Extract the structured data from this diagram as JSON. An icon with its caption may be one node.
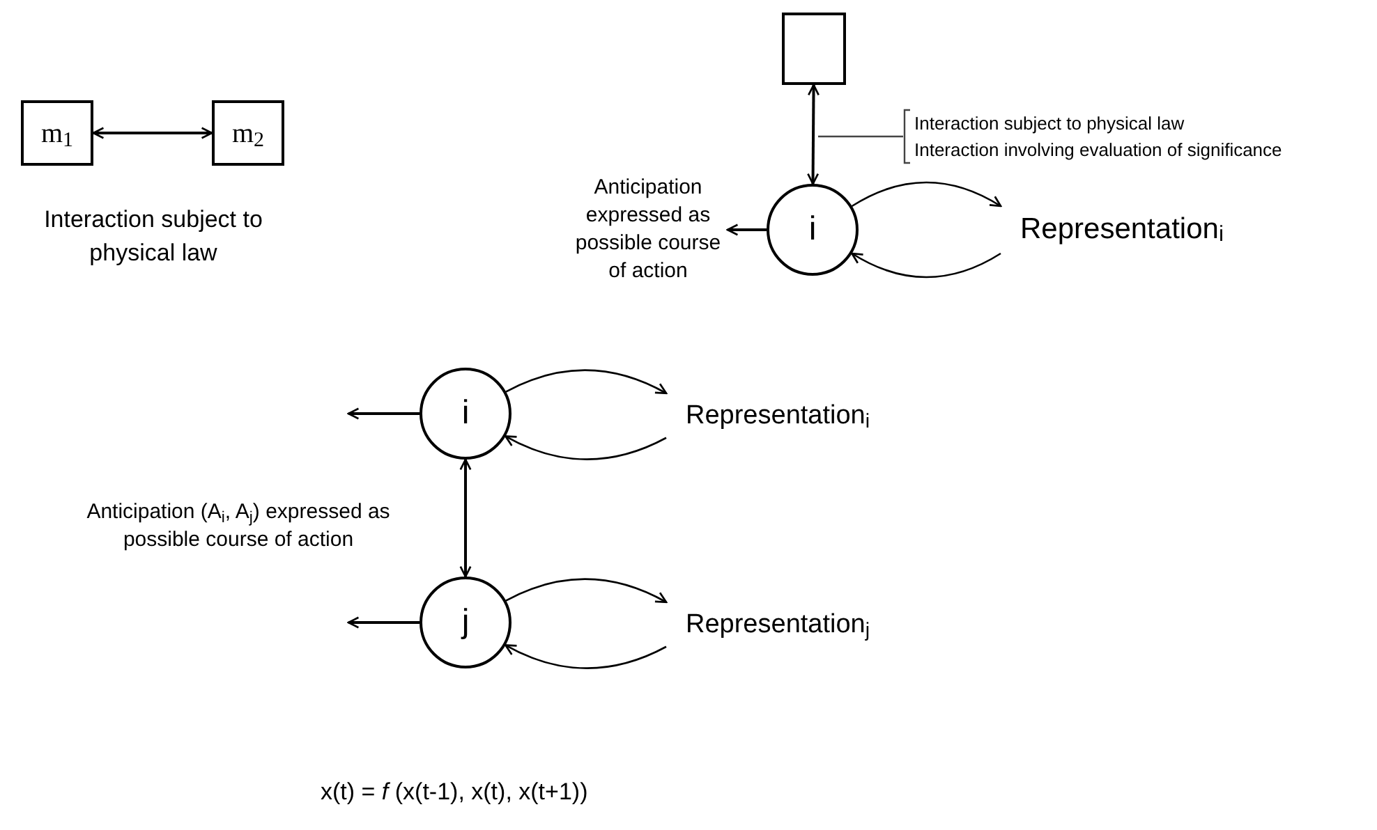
{
  "diagram": {
    "nodes": [
      {
        "text": [
          "m$_{1}$"
        ]
      },
      {
        "text": [
          "m$_{2}$"
        ]
      },
      {
        "text": [],
        "shape": "box"
      },
      {
        "text": [
          "i"
        ]
      },
      {
        "text": [
          "Representation$_{i}$"
        ]
      },
      {
        "text": [
          "Anticipation expressed as possible course of action"
        ]
      },
      {
        "text": [
          "Interaction subject to physical law",
          "Interaction involving evaluation of significance"
        ]
      },
      {
        "text": [
          "i"
        ]
      },
      {
        "text": [
          "Representation$_{i}$"
        ]
      },
      {
        "text": [
          "j"
        ]
      },
      {
        "text": [
          "Representation$_{j}$"
        ]
      }
    ],
    "edges": [
      {
        "from": 0,
        "to": 1,
        "arrow": "both"
      },
      {
        "from": 2,
        "to": 3,
        "arrow": "both"
      },
      {
        "from": 3,
        "to": 4,
        "arrow": "to"
      },
      {
        "from": 4,
        "to": 3,
        "arrow": "to"
      },
      {
        "from": 3,
        "to": 5,
        "arrow": "to"
      },
      {
        "from": 6,
        "to": null,
        "arrow": "none"
      },
      {
        "from": 7,
        "to": 8,
        "arrow": "to"
      },
      {
        "from": 8,
        "to": 7,
        "arrow": "to"
      },
      {
        "from": 7,
        "to": null,
        "arrow": "to"
      },
      {
        "from": 7,
        "to": 9,
        "arrow": "both"
      },
      {
        "from": 9,
        "to": 10,
        "arrow": "to"
      },
      {
        "from": 10,
        "to": 9,
        "arrow": "to"
      },
      {
        "from": 9,
        "to": null,
        "arrow": "to"
      }
    ],
    "labels": [
      "Interaction subject to physical law",
      "Anticipation (A$_{i}$, A$_{j}$) expressed as possible course of action",
      "x(t) = *f* (x(t-1),  x(t), x(t+1))"
    ]
  }
}
